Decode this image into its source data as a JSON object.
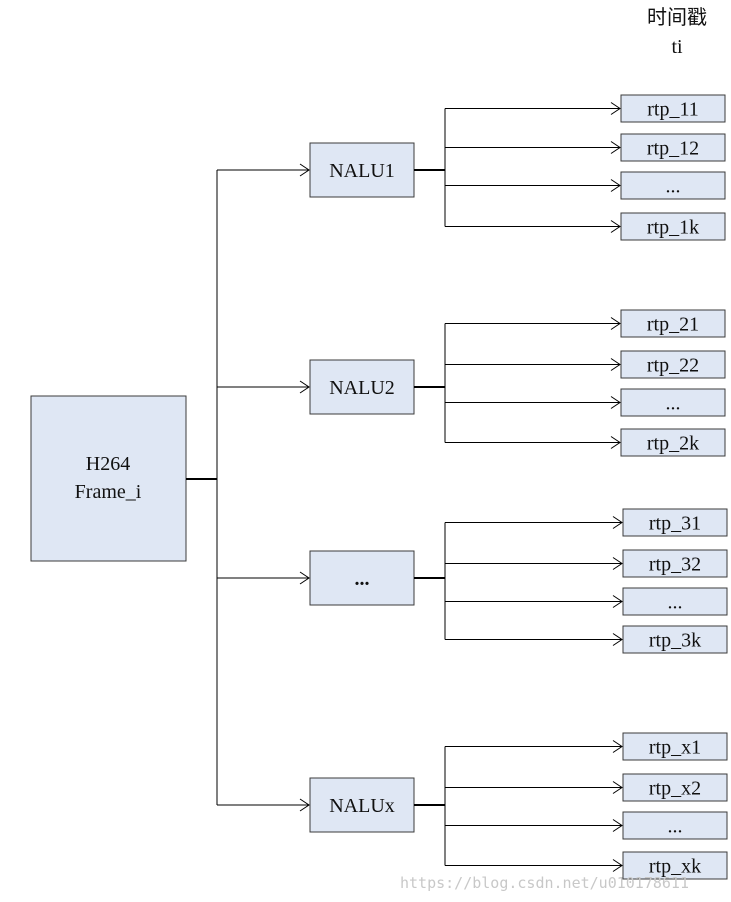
{
  "header": {
    "line1": "时间戳",
    "line2": "ti"
  },
  "frame": {
    "line1": "H264",
    "line2": "Frame_i"
  },
  "nalus": [
    {
      "label": "NALU1",
      "rtps": [
        "rtp_11",
        "rtp_12",
        "...",
        "rtp_1k"
      ]
    },
    {
      "label": "NALU2",
      "rtps": [
        "rtp_21",
        "rtp_22",
        "...",
        "rtp_2k"
      ]
    },
    {
      "label": "...",
      "rtps": [
        "rtp_31",
        "rtp_32",
        "...",
        "rtp_3k"
      ]
    },
    {
      "label": "NALUx",
      "rtps": [
        "rtp_x1",
        "rtp_x2",
        "...",
        "rtp_xk"
      ]
    }
  ],
  "watermark": "https://blog.csdn.net/u010178611"
}
